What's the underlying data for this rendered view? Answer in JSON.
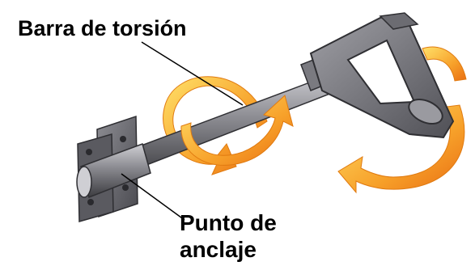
{
  "labels": {
    "torsion_bar": "Barra de torsión",
    "anchor_line1": "Punto de",
    "anchor_line2": "anclaje"
  },
  "colors": {
    "metal_dark": "#3f3f43",
    "metal_mid": "#707075",
    "metal_light": "#b9b9bf",
    "arrow_orange": "#f08a1c",
    "arrow_yellow": "#ffd44a"
  },
  "icons": [
    "rotation-arrow-icon",
    "rotation-arrow-icon",
    "rotation-arrow-icon"
  ]
}
